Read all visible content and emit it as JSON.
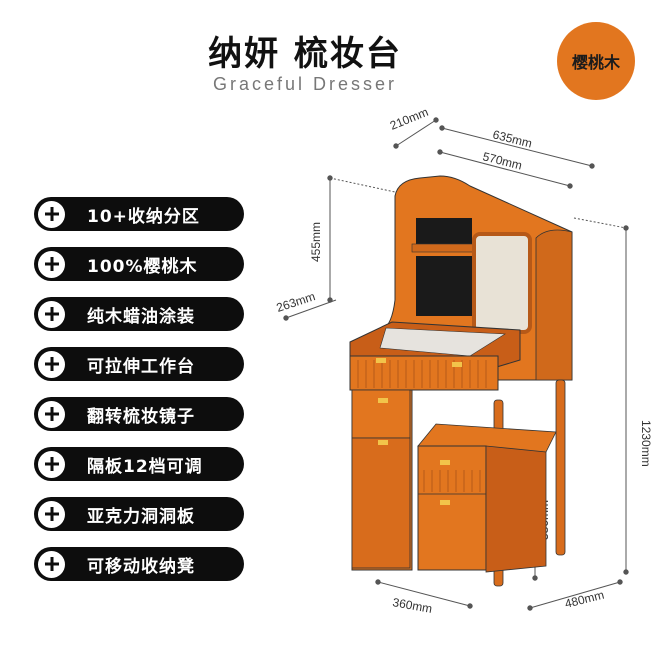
{
  "header": {
    "title": "纳妍 梳妆台",
    "subtitle": "Graceful Dresser"
  },
  "badge": {
    "label": "樱桃木"
  },
  "features": [
    {
      "label": "10+收纳分区"
    },
    {
      "label": "100%樱桃木"
    },
    {
      "label": "纯木蜡油涂装"
    },
    {
      "label": "可拉伸工作台"
    },
    {
      "label": "翻转梳妆镜子"
    },
    {
      "label": "隔板12档可调"
    },
    {
      "label": "亚克力洞洞板"
    },
    {
      "label": "可移动收纳凳"
    }
  ],
  "dimensions": {
    "d210": "210mm",
    "d635": "635mm",
    "d570": "570mm",
    "d455": "455mm",
    "d263": "263mm",
    "d1230": "1230mm",
    "d580": "580mm",
    "d360": "360mm",
    "d480": "480mm"
  },
  "colors": {
    "wood": "#e2761f",
    "wood_dark": "#c9621a",
    "badge": "#e2761f",
    "feature_bg": "#0d0d0d"
  }
}
